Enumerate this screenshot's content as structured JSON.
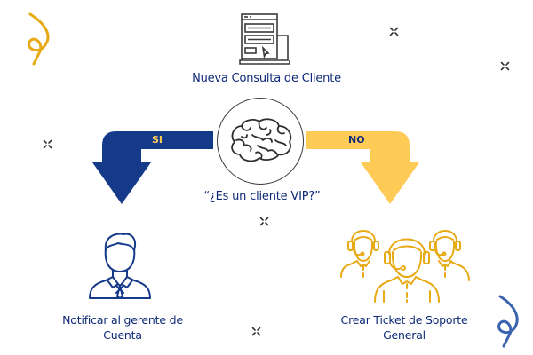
{
  "colors": {
    "navy": "#0f2a78",
    "arrow_yes": "#163a8a",
    "arrow_no": "#fecb57",
    "yellow_icon": "#e8aa14",
    "squiggle_blue": "#3b63b0",
    "dark": "#3a3a3a"
  },
  "start": {
    "icon": "web-form-laptop-icon",
    "title": "Nueva Consulta de Cliente"
  },
  "decision": {
    "icon": "brain-icon",
    "question": "“¿Es un cliente VIP?”"
  },
  "branches": [
    {
      "id": "yes",
      "arrow_label": "SI",
      "icon": "businessman-icon",
      "outcome": "Notificar al gerente de Cuenta"
    },
    {
      "id": "no",
      "arrow_label": "NO",
      "icon": "support-team-icon",
      "outcome": "Crear Ticket de Soporte General"
    }
  ],
  "decorations": [
    "squiggle-top-left",
    "squiggle-bottom-right",
    "sparkle",
    "sparkle",
    "sparkle",
    "sparkle",
    "sparkle"
  ]
}
